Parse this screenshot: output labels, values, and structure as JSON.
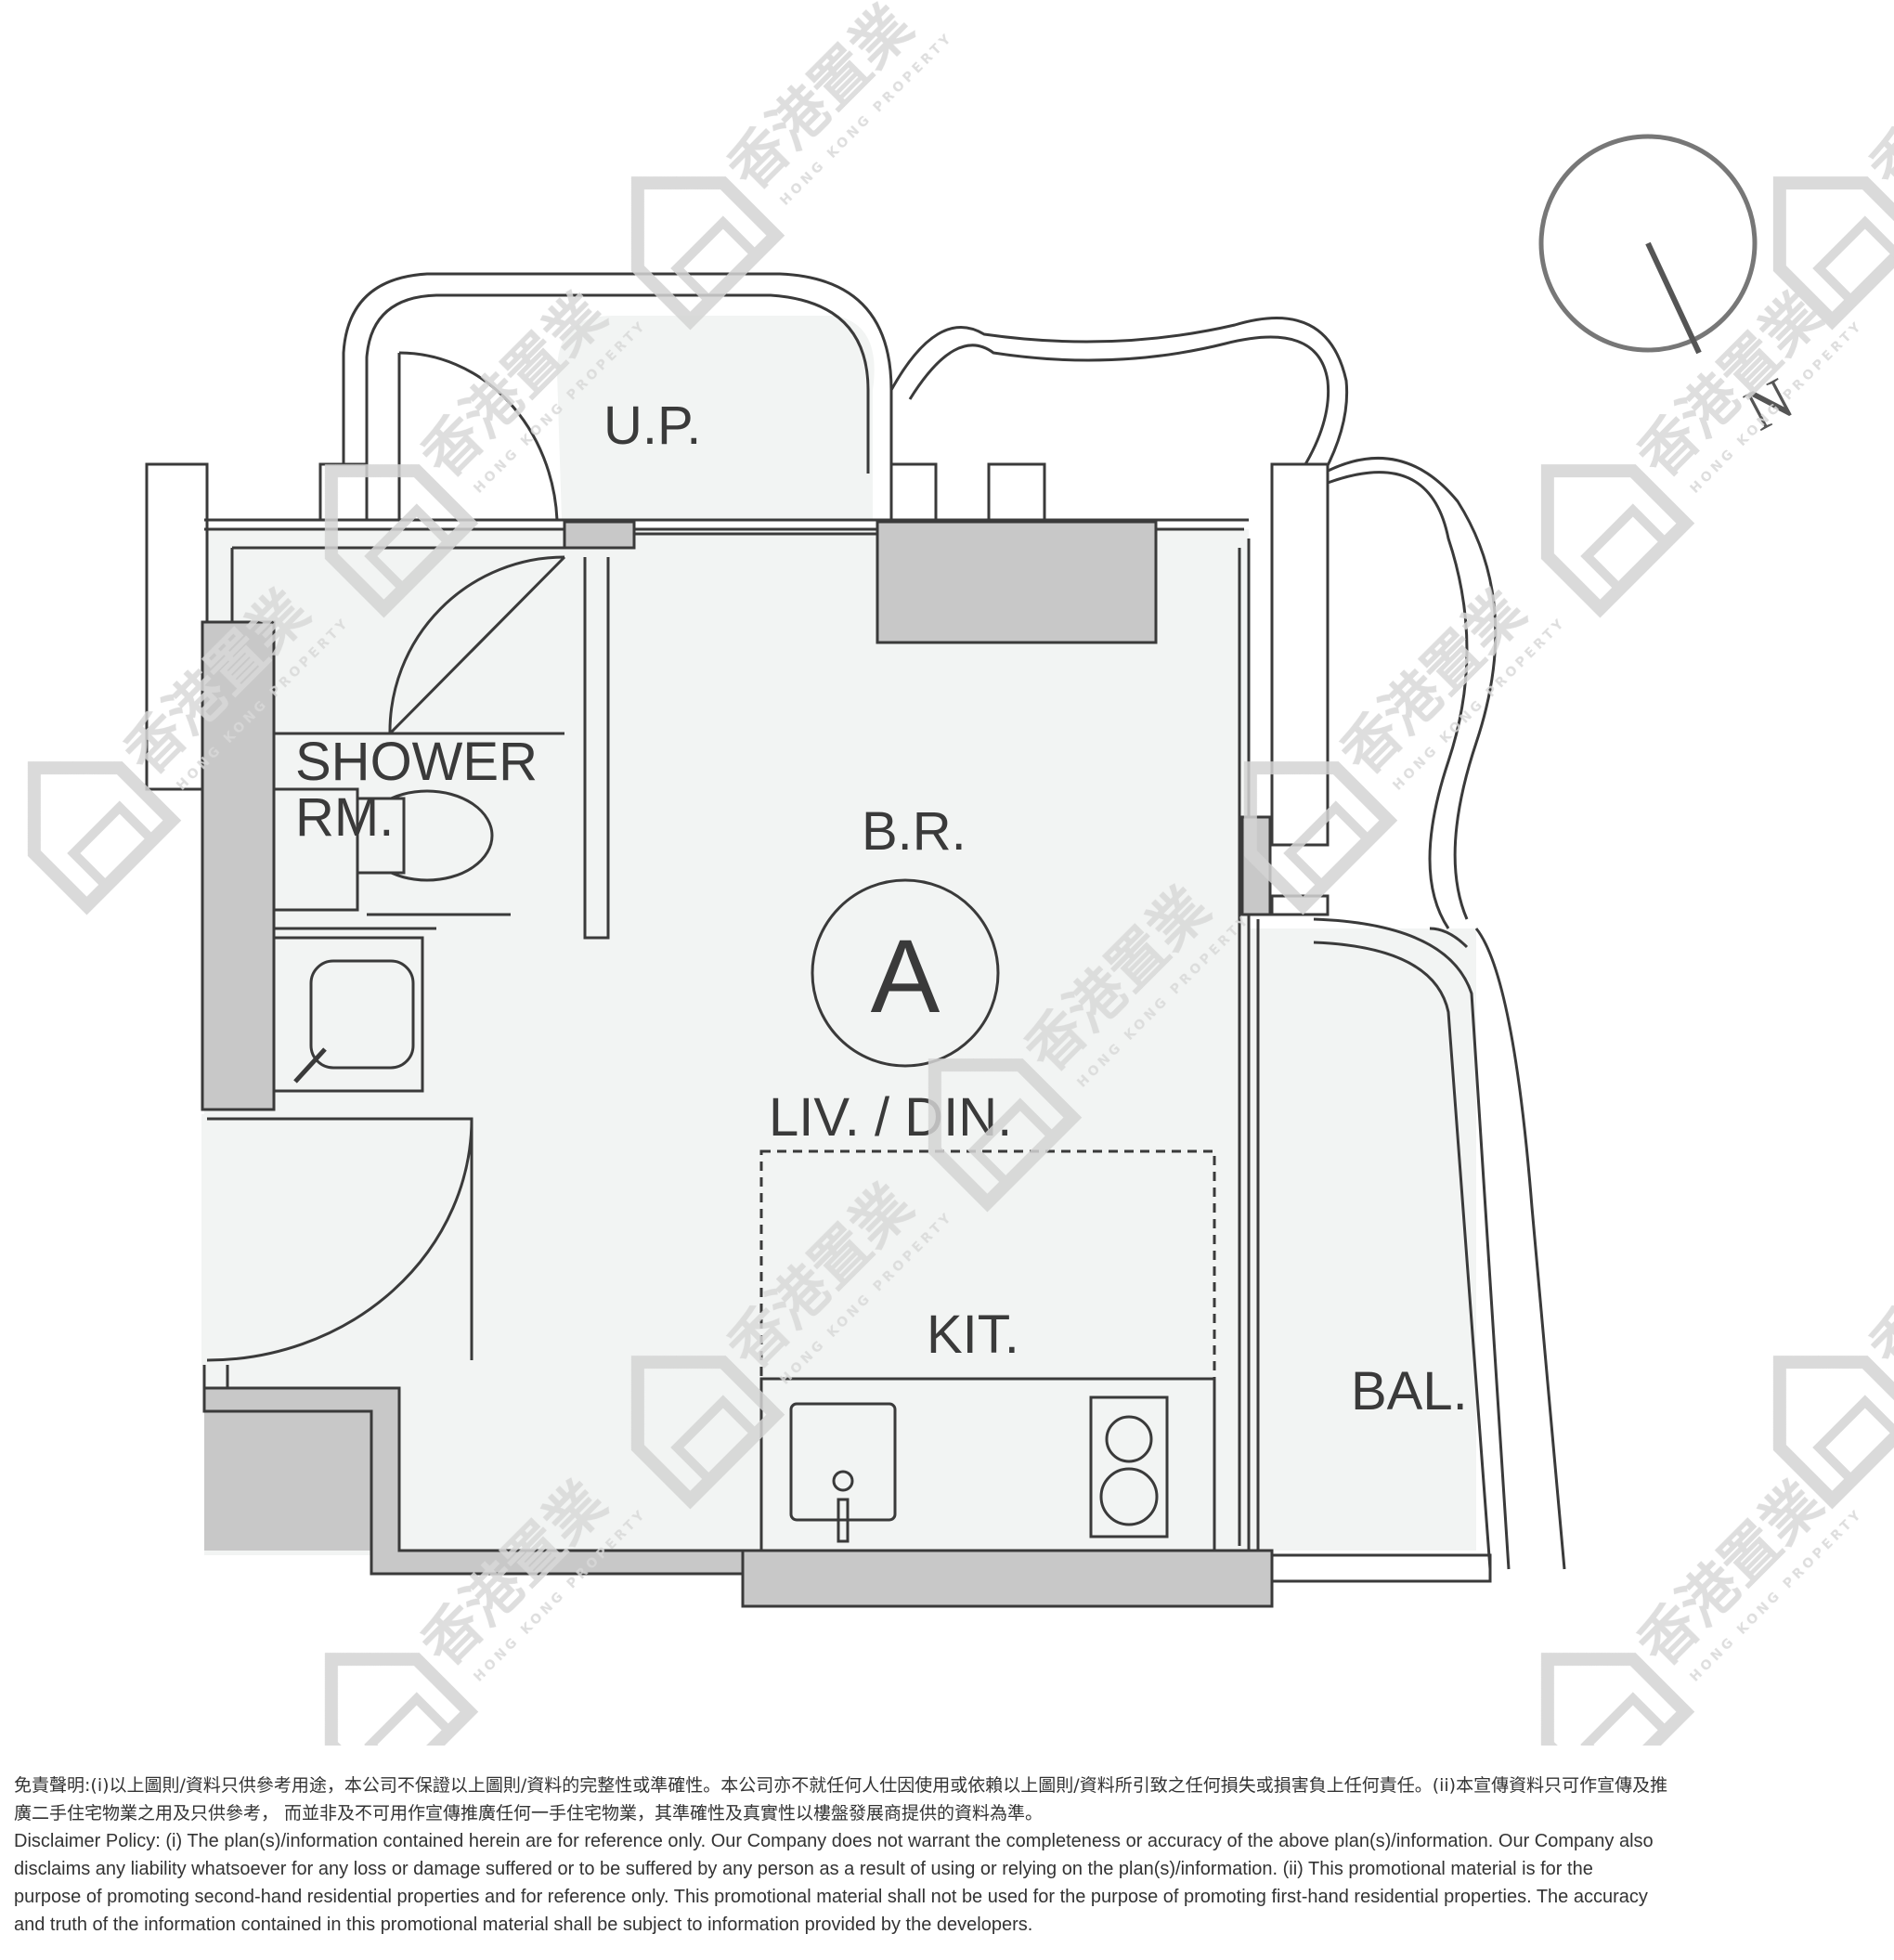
{
  "plan": {
    "unit_label": "A",
    "rooms": {
      "up": "U.P.",
      "shower_line1": "SHOWER",
      "shower_line2": "RM.",
      "br": "B.R.",
      "liv_din": "LIV. / DIN.",
      "kit": "KIT.",
      "bal": "BAL."
    },
    "north_label": "N"
  },
  "watermark": {
    "brand_zh": "香港置業",
    "brand_en": "HONG KONG PROPERTY"
  },
  "disclaimer": {
    "zh_line1": "免責聲明:(i)以上圖則/資料只供參考用途，本公司不保證以上圖則/資料的完整性或準確性。本公司亦不就任何人仕因使用或依賴以上圖則/資料所引致之任何損失或損害負上任何責任。(ii)本宣傳資料只可作宣傳及推",
    "zh_line2": "廣二手住宅物業之用及只供參考， 而並非及不可用作宣傳推廣任何一手住宅物業，其準確性及真實性以樓盤發展商提供的資料為準。",
    "en_line1": "Disclaimer Policy: (i) The plan(s)/information contained herein are for reference only. Our Company does not warrant the completeness or accuracy of the above plan(s)/information. Our Company also",
    "en_line2": "disclaims any liability whatsoever for any loss or damage suffered or to be suffered by any person as a result of using or relying on the plan(s)/information. (ii) This promotional material is for the",
    "en_line3": "purpose of promoting second-hand residential properties and for reference only. This promotional material shall not be used for the purpose of promoting first-hand residential properties. The accuracy",
    "en_line4": "and truth of the information contained in this promotional material shall be subject to information provided by the developers."
  },
  "colors": {
    "wall_fill": "#c8c8c8",
    "floor_fill": "#f2f4f3",
    "line": "#3a3a3a"
  }
}
